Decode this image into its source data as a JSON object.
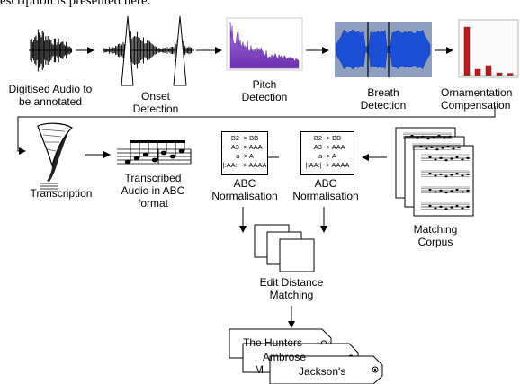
{
  "top_text": "escription is presented here.",
  "stages": {
    "digitised_audio": {
      "line1": "Digitised Audio to",
      "line2": "be annotated"
    },
    "onset": {
      "line1": "Onset",
      "line2": "Detection"
    },
    "pitch": {
      "line1": "Pitch",
      "line2": "Detection"
    },
    "breath": {
      "line1": "Breath",
      "line2": "Detection"
    },
    "ornamentation": {
      "line1": "Ornamentation",
      "line2": "Compensation"
    },
    "transcription": {
      "line1": "Transcription"
    },
    "transcribed": {
      "line1": "Transcribed",
      "line2": "Audio in ABC",
      "line3": "format"
    },
    "abc_norm_1": {
      "line1": "ABC",
      "line2": "Normalisation"
    },
    "abc_norm_2": {
      "line1": "ABC",
      "line2": "Normalisation"
    },
    "matching_corpus": {
      "line1": "Matching",
      "line2": "Corpus"
    },
    "edit_distance": {
      "line1": "Edit Distance",
      "line2": "Matching"
    }
  },
  "abc_rules": {
    "box1": [
      "B2 -> BB",
      "~A3 -> AAA",
      "a -> A",
      "|:AA:| -> AAAA"
    ],
    "box2": [
      "B2 -> BB",
      "~A3 -> AAA",
      "a -> A",
      "|:AA:| -> AAAA"
    ]
  },
  "results": {
    "tag1": "The Hunters",
    "tag2_line1": "Ambrose",
    "tag2_line2": "M",
    "tag3": "Jackson's"
  },
  "bar_values": [
    0.93,
    0.12,
    0.19,
    0.05,
    0.04
  ],
  "colors": {
    "pitch_fill": "#7a3fbf",
    "breath_bg": "#8f9fbf",
    "breath_wave": "#1a4fd6",
    "bar_red": "#b81c1c"
  }
}
